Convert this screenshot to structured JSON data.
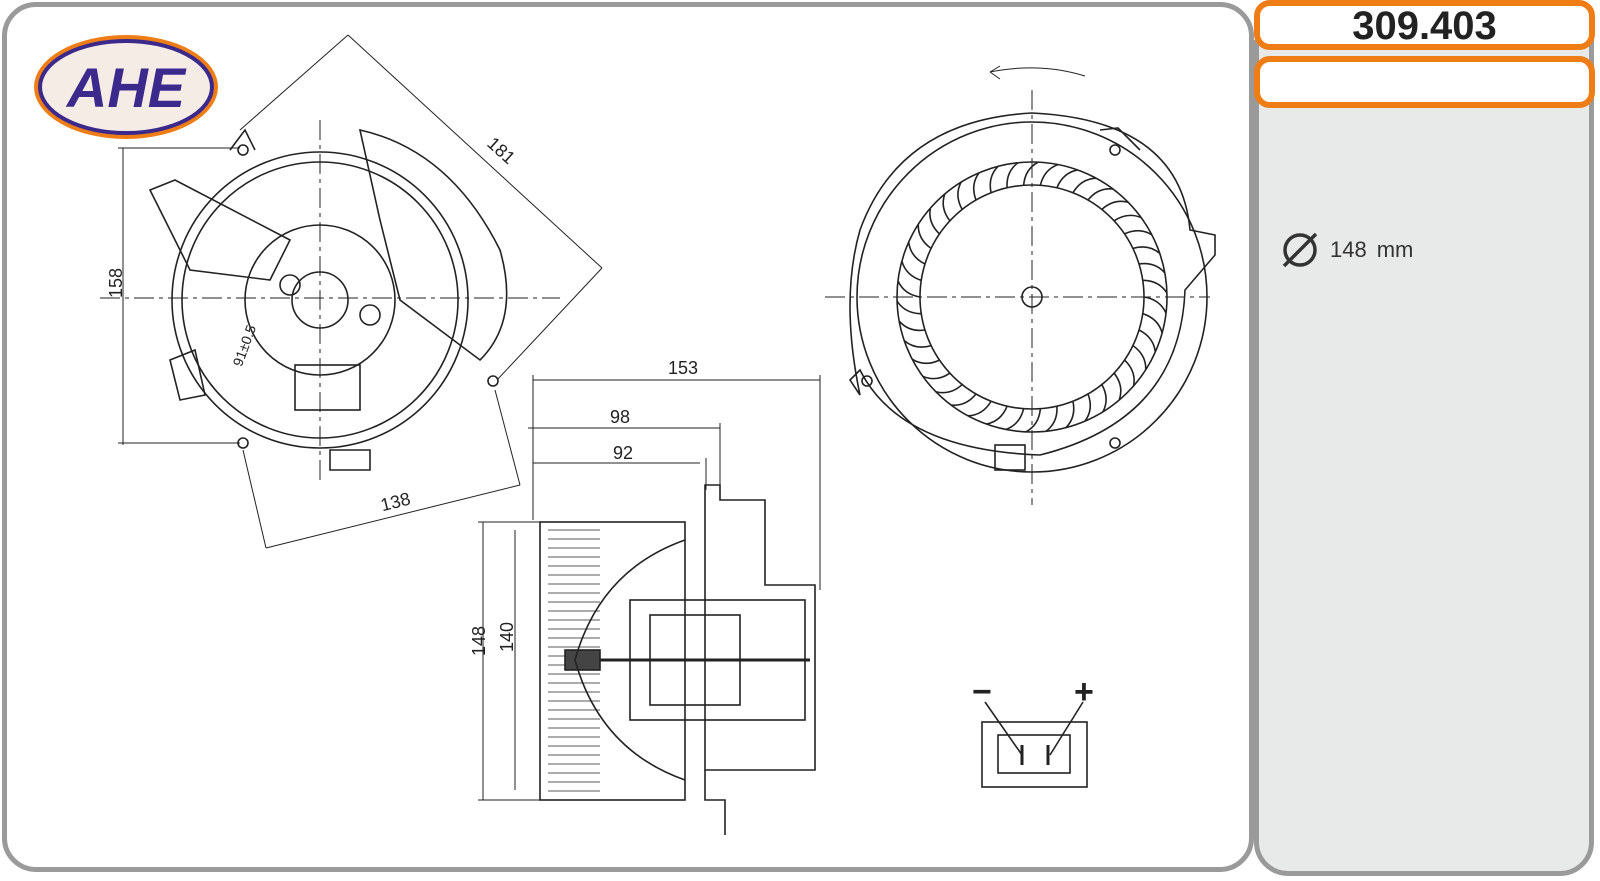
{
  "logo": {
    "text": "AHE",
    "colors": {
      "fill": "#3b2a8c",
      "ring": "#ef7d16"
    }
  },
  "header": {
    "part_number": "309.403",
    "secondary": ""
  },
  "specs": {
    "diameter_value": "148",
    "diameter_unit": "mm",
    "diameter_icon": "diameter-symbol-icon"
  },
  "dimensions": {
    "d181": "181",
    "d158": "158",
    "d138": "138",
    "d91": "91±0.5",
    "d153": "153",
    "d98": "98",
    "d92": "92",
    "d148": "148",
    "d140": "140"
  },
  "connector": {
    "minus": "−",
    "plus": "+"
  },
  "colors": {
    "accent": "#ef7d16",
    "border": "#9a9a9a",
    "panel": "#e8e9e9"
  }
}
